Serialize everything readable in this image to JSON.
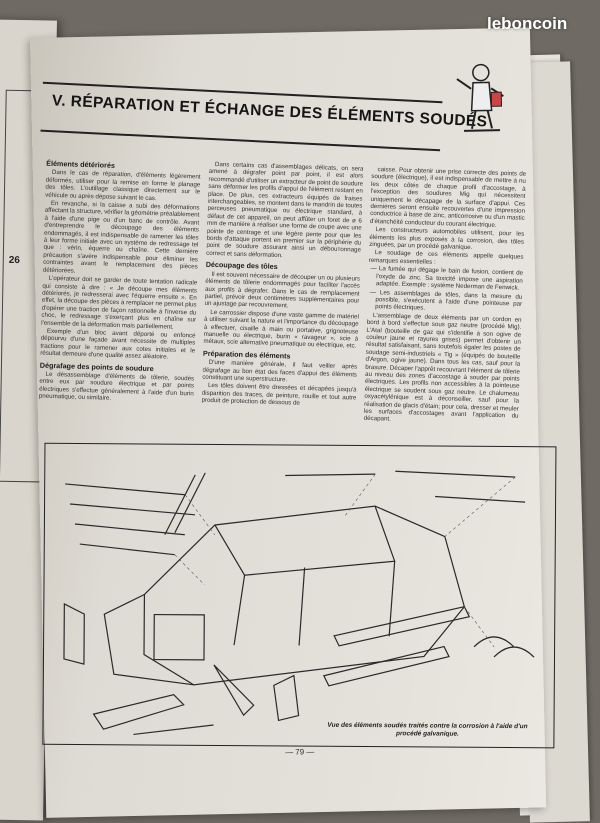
{
  "watermark": "leboncoin",
  "left_page": {
    "page_number": "26"
  },
  "page": {
    "heading": "V. RÉPARATION ET ÉCHANGE DES ÉLÉMENTS SOUDÉS",
    "columns": [
      {
        "blocks": [
          {
            "type": "h",
            "text": "Éléments détériorés"
          },
          {
            "type": "p",
            "text": "Dans le cas de réparation, d'éléments légèrement déformés, utiliser pour la remise en forme le planage des tôles. L'outillage classique directement sur le véhicule ou après dépose suivant le cas."
          },
          {
            "type": "p",
            "text": "En revanche, si la caisse a subi des déformations affectant la structure, vérifier la géométrie préalablement à l'aide d'une pige ou d'un banc de contrôle. Avant d'entreprendre le découpage des éléments endommagés, il est indispensable de ramener les tôles à leur forme initiale avec un système de redressage tel que : vérin, équerre ou chaîne. Cette dernière précaution s'avère indispensable pour éliminer les contraintes avant le remplacement des pièces détériorées."
          },
          {
            "type": "p",
            "text": "L'opérateur doit se garder de toute tentation radicale qui consiste à dire : « Je découpe mes éléments détériorés, je redresserai avec l'équerre ensuite ». En effet, la découpe des pièces à remplacer ne permet plus d'opérer une traction de façon rationnelle à l'inverse du choc, le redressage s'exerçant plus en chaîne sur l'ensemble de la déformation mais partiellement."
          },
          {
            "type": "p",
            "text": "Exemple d'un bloc avant déporté ou enfoncé dépourvu d'une façade avant nécessite de multiples tractions pour le ramener aux cotes initiales et le résultat demeure d'une qualité assez aléatoire."
          },
          {
            "type": "h",
            "text": "Dégrafage des points de soudure"
          },
          {
            "type": "p",
            "text": "Le désassemblage d'éléments de tôlerie, soudés entre eux par soudure électrique et par points électriques s'effectue généralement à l'aide d'un burin pneumatique, ou similaire."
          }
        ]
      },
      {
        "blocks": [
          {
            "type": "p",
            "text": "Dans certains cas d'assemblages délicats, on sera amené à dégrafer point par point, il est alors recommandé d'utiliser un extracteur de point de soudure sans déformer les profils d'appui de l'élément restant en place. De plus, ces extracteurs équipés de fraises interchangeables, se montent dans le mandrin de toutes perceuses pneumatique ou électrique standard, à défaut de cet appareil, on peut affûter un foret de ø 6 mm de manière à réaliser une forme de coupe avec une pointe de centrage et une légère pente pour que les bords d'attaque portent en premier sur la périphérie du point de soudure assurant ainsi un débouтonnage correct et sans déformation."
          },
          {
            "type": "h",
            "text": "Découpage des tôles"
          },
          {
            "type": "p",
            "text": "Il est souvent nécessaire de découper un ou plusieurs éléments de tôlerie endommagés pour faciliter l'accès aux profils à dégrafer. Dans le cas de remplacement partiel, prévoir deux centimètres supplémentaires pour un ajustage par recouvrement."
          },
          {
            "type": "p",
            "text": "Le carrossier dispose d'une vaste gamme de matériel à utiliser suivant la nature et l'importance du découpage à effectuer, cisaille à main ou portative, grignoteuse manuelle ou électrique, burin « ravageur », scie à métaux, scie alternative pneumatique ou électrique, etc."
          },
          {
            "type": "h",
            "text": "Préparation des éléments"
          },
          {
            "type": "p",
            "text": "D'une manière générale, il faut veiller après dégrafage au bon état des faces d'appui des éléments constituant une superstructure."
          },
          {
            "type": "p",
            "text": "Les tôles doivent être dressées et décapées jusqu'à disparition des traces, de peinture, rouille et tout autre produit de protection de dessous de"
          }
        ]
      },
      {
        "blocks": [
          {
            "type": "p",
            "text": "caisse. Pour obtenir une prise correcte des points de soudure (électrique), il est indispensable de mettre à nu les deux côtés de chaque profil d'accostage, à l'exception des soudures Mig qui nécessitent uniquement le décapage de la surface d'appui. Ces dernières seront ensuite recouvertes d'une impression conductrice à base de zinc, anticorrosive ou d'un mastic d'étanchéité conducteur du courant électrique."
          },
          {
            "type": "p",
            "text": "Les constructeurs automobiles utilisent, pour les éléments les plus exposés à la corrosion, des tôles zinguées, par un procédé galvanique."
          },
          {
            "type": "p",
            "text": "Le soudage de ces éléments appelle quelques remarques essentielles :"
          },
          {
            "type": "li",
            "text": "La fumée qui dégage le bain de fusion, contient de l'oxyde de zinc. Sa toxicité impose une aspiration adaptée. Exemple : système Nederman de Fenwick."
          },
          {
            "type": "li",
            "text": "Les assemblages de tôles, dans la mesure du possible, s'exécutent à l'aide d'une pointeuse par points électriques."
          },
          {
            "type": "p",
            "text": "L'assemblage de deux éléments par un cordon en bord à bord s'effectue sous gaz neutre (procédé Mig). L'Atal (bouteille de gaz qui s'identifie à son ogive de couleur jaune et rayures grises) permet d'obtenir un résultat satisfaisant, sans toutefois égaler les postes de soudage semi-industriels « Tig » (équipés de bouteille d'Argon, ogive jaune). Dans tous les cas, sauf pour la brasure. Décaper l'apprêt recouvrant l'élément de tôlerie au niveau des zones d'accostage à souder par points électriques. Les profils non accessibles à la pointeuse électrique se soudent sous gaz neutre. Le chalumeau oxyacétylénique est à déconseiller, sauf pour la réalisation de glacis d'étain; pour cela, dresser et meuler les surfaces d'accostages avant l'application du décapant."
          }
        ]
      }
    ],
    "figure_caption": "Vue des éléments soudés traités contre la corrosion à l'aide d'un procédé galvanique.",
    "page_number": "— 79 —"
  }
}
